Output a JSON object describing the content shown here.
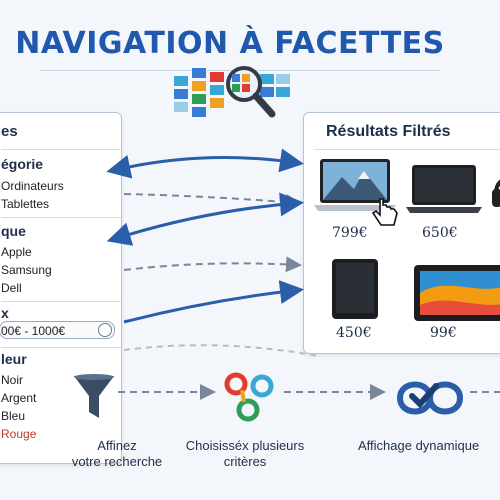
{
  "title": "NAVIGATION À FACETTES",
  "facets": {
    "header": "es",
    "groups": [
      {
        "head": "égorie",
        "items": [
          "Ordinateurs",
          "Tablettes"
        ]
      },
      {
        "head": "que",
        "items": [
          "Apple",
          "Samsung",
          "Dell"
        ]
      },
      {
        "head": "x",
        "items": [
          "00€ - 1000€"
        ]
      },
      {
        "head": "leur",
        "items": [
          "Noir",
          "Argent",
          "Bleu",
          "Rouge"
        ]
      }
    ]
  },
  "results": {
    "title": "Résultats Filtrés",
    "prices": [
      "799€",
      "650€",
      "450€",
      "99€"
    ]
  },
  "steps": [
    {
      "line1": "Affinez",
      "line2": "votre recherche"
    },
    {
      "line1": "Choisisséx plusieurs",
      "line2": "critères"
    },
    {
      "line1": "Affichage dynamique",
      "line2": ""
    }
  ],
  "colors": {
    "title": "#1f58ad",
    "arrow": "#2a5ea8",
    "dashed": "#7a8699",
    "red_item": "#c0392b"
  }
}
